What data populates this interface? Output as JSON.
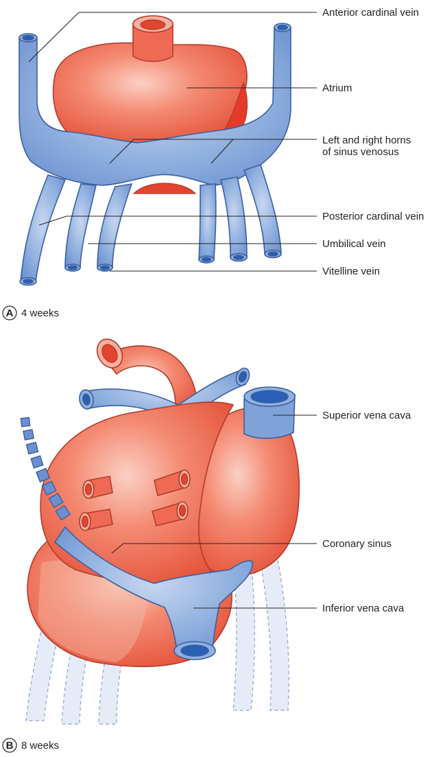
{
  "panel_a": {
    "letter": "A",
    "caption": "4 weeks",
    "labels": {
      "anterior_cardinal_vein": "Anterior cardinal vein",
      "atrium": "Atrium",
      "sinus_horns_line1": "Left and right horns",
      "sinus_horns_line2": "of sinus venosus",
      "posterior_cardinal_vein": "Posterior cardinal vein",
      "umbilical_vein": "Umbilical vein",
      "vitelline_vein": "Vitelline vein"
    }
  },
  "panel_b": {
    "letter": "B",
    "caption": "8 weeks",
    "labels": {
      "superior_vena_cava": "Superior vena cava",
      "coronary_sinus": "Coronary sinus",
      "inferior_vena_cava": "Inferior vena cava"
    }
  },
  "colors": {
    "vein_blue": "#7fa2d8",
    "heart_red": "#ef6a55",
    "outline_blue": "#3a5f9e",
    "outline_red": "#b33a2a"
  }
}
